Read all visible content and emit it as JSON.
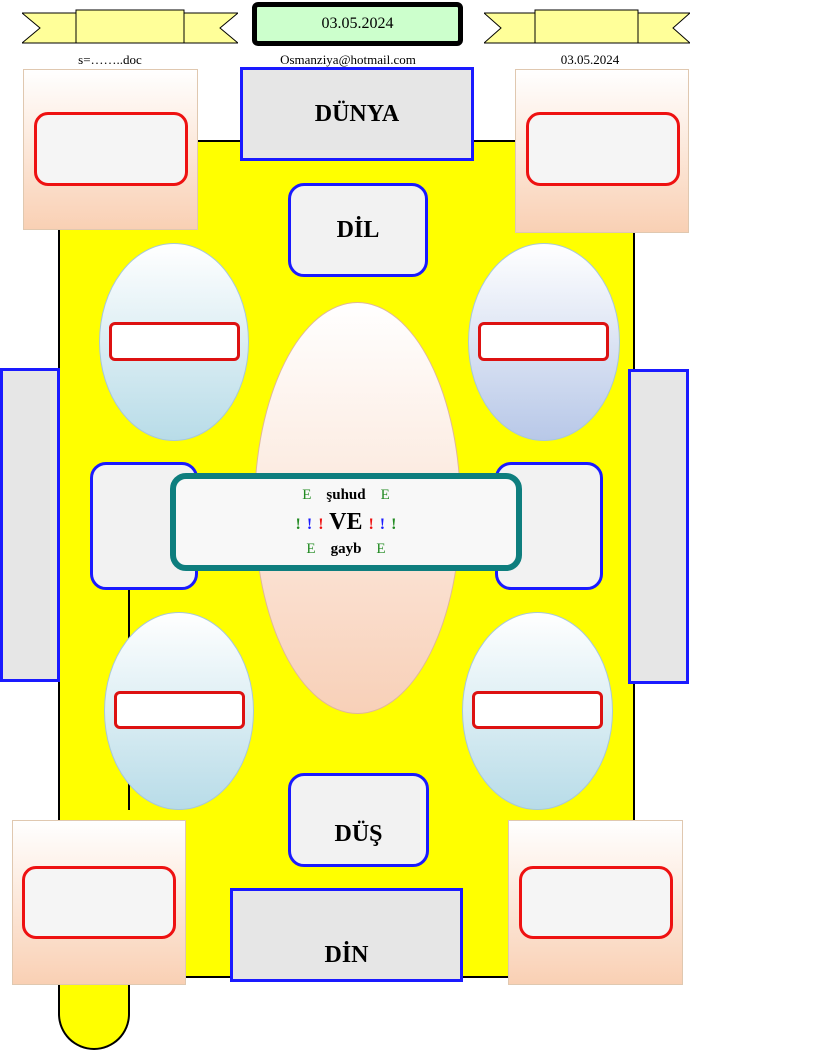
{
  "header": {
    "date_box": "03.05.2024",
    "left_caption": "s=……..doc",
    "center_caption": "Osmanziya@hotmail.com",
    "right_caption": "03.05.2024"
  },
  "labels": {
    "top": "DÜNYA",
    "upper": "DİL",
    "lower": "DÜŞ",
    "bottom": "DİN"
  },
  "center": {
    "line1_left": "E",
    "line1_word": "şuhud",
    "line1_right": "E",
    "marks": "!",
    "middle_word": "VE",
    "line3_left": "E",
    "line3_word": "gayb",
    "line3_right": "E"
  },
  "colors": {
    "background_yellow": "#ffff00",
    "border_blue": "#1a1aff",
    "border_red": "#ee1111",
    "border_teal": "#0e7e7e",
    "date_fill": "#ccffcc"
  }
}
